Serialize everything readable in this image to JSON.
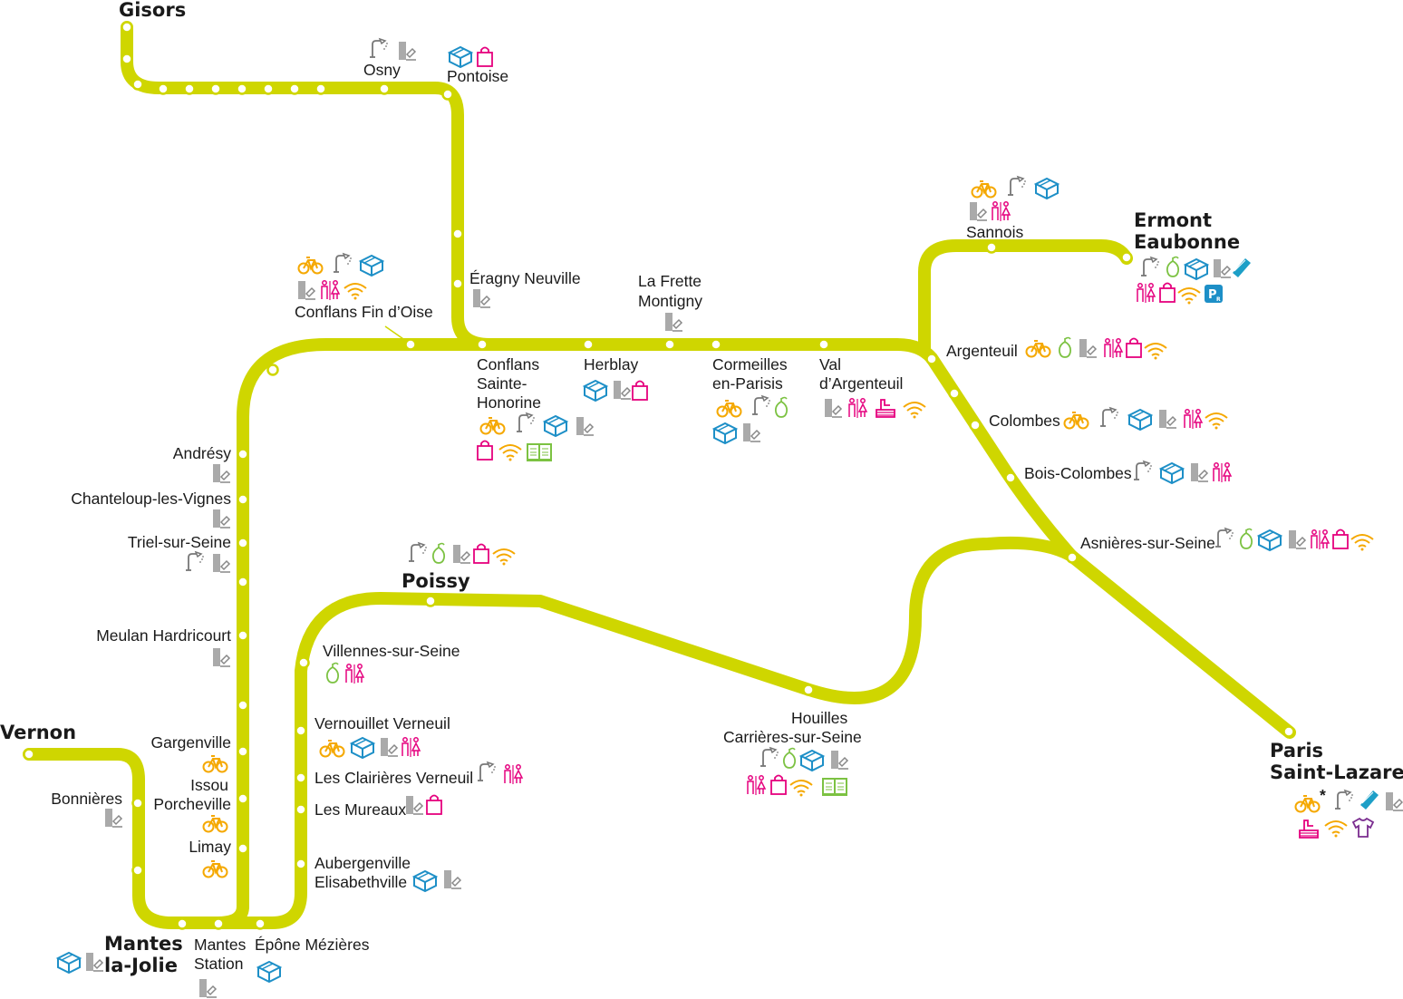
{
  "line_color": "#cfd600",
  "icon_colors": {
    "bike": "#f5a800",
    "lamp": "#777777",
    "box": "#1d8fc7",
    "ticket": "#888888",
    "toilet": "#e5007e",
    "shop": "#e5007e",
    "wifi": "#f5a800",
    "book": "#7cc242",
    "food": "#7cc242",
    "parking": "#1d8fc7",
    "card": "#1d9fc7",
    "service": "#e5007e",
    "shirt": "#7a2c8f"
  },
  "stations": {
    "gisors": "Gisors",
    "osny": "Osny",
    "pontoise": "Pontoise",
    "eragny": "Éragny Neuville",
    "conflans_fin": "Conflans Fin d’Oise",
    "conflans_sh": [
      "Conflans",
      "Sainte-",
      "Honorine"
    ],
    "herblay": "Herblay",
    "la_frette": [
      "La Frette",
      "Montigny"
    ],
    "cormeilles": [
      "Cormeilles",
      "en-Parisis"
    ],
    "val_argenteuil": [
      "Val",
      "d’Argenteuil"
    ],
    "sannois": "Sannois",
    "ermont": [
      "Ermont",
      "Eaubonne"
    ],
    "argenteuil": "Argenteuil",
    "colombes": "Colombes",
    "bois_colombes": "Bois-Colombes",
    "asnieres": "Asnières-sur-Seine",
    "paris": [
      "Paris",
      "Saint-Lazare"
    ],
    "houilles": [
      "Houilles",
      "Carrières-sur-Seine"
    ],
    "poissy": "Poissy",
    "villennes": "Villennes-sur-Seine",
    "vernouillet": "Vernouillet Verneuil",
    "clairieres": "Les Clairières Verneuil",
    "mureaux": "Les Mureaux",
    "aubergenville": [
      "Aubergenville",
      "Elisabethville"
    ],
    "epone": "Épône Mézières",
    "mantes_station": [
      "Mantes",
      "Station"
    ],
    "mantes_jolie": [
      "Mantes",
      "la-Jolie"
    ],
    "andresy": "Andrésy",
    "chanteloup": "Chanteloup-les-Vignes",
    "triel": "Triel-sur-Seine",
    "meulan": "Meulan Hardricourt",
    "gargenville": "Gargenville",
    "issou": [
      "Issou",
      "Porcheville"
    ],
    "limay": "Limay",
    "vernon": "Vernon",
    "bonnieres": "Bonnières"
  },
  "paris_bike_note": "*"
}
